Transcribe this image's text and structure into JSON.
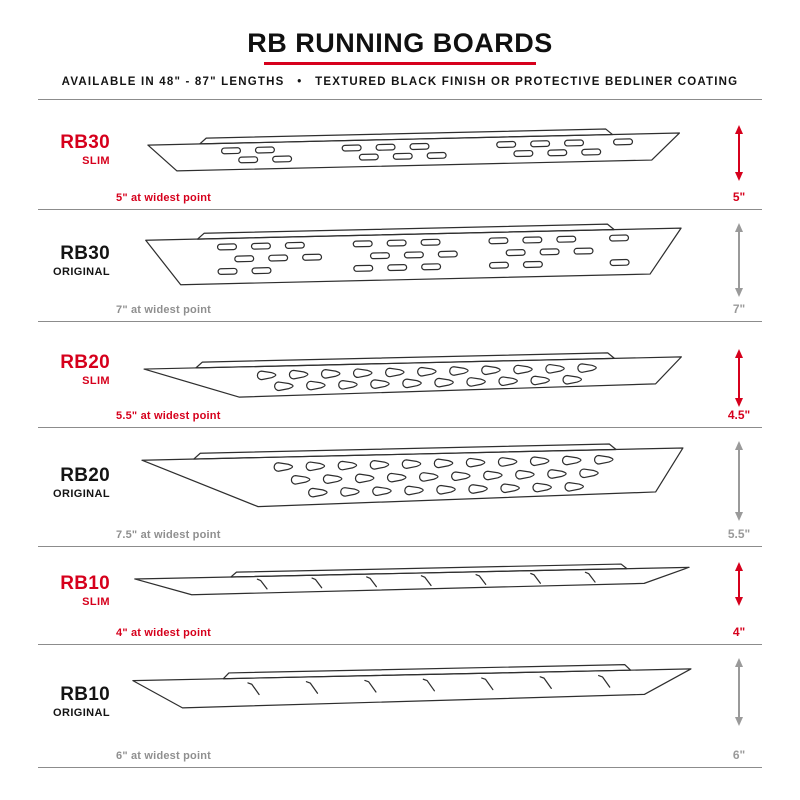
{
  "header": {
    "title": "RB RUNNING BOARDS",
    "subtitle": "AVAILABLE IN 48\" - 87\" LENGTHS • TEXTURED BLACK FINISH OR PROTECTIVE BEDLINER COATING"
  },
  "sections": [
    {
      "model": "RB30",
      "variant": "SLIM",
      "width_note": "5\" at widest point",
      "height_label": "5\""
    },
    {
      "model": "RB30",
      "variant": "ORIGINAL",
      "width_note": "7\" at widest point",
      "height_label": "7\""
    },
    {
      "model": "RB20",
      "variant": "SLIM",
      "width_note": "5.5\" at widest point",
      "height_label": "4.5\""
    },
    {
      "model": "RB20",
      "variant": "ORIGINAL",
      "width_note": "7.5\" at widest point",
      "height_label": "5.5\""
    },
    {
      "model": "RB10",
      "variant": "SLIM",
      "width_note": "4\" at widest point",
      "height_label": "4\""
    },
    {
      "model": "RB10",
      "variant": "ORIGINAL",
      "width_note": "6\" at widest point",
      "height_label": "6\""
    }
  ],
  "colors": {
    "accent": "#d6001c",
    "dim_gray": "#9a9a9a",
    "line": "#2e2e2e"
  }
}
